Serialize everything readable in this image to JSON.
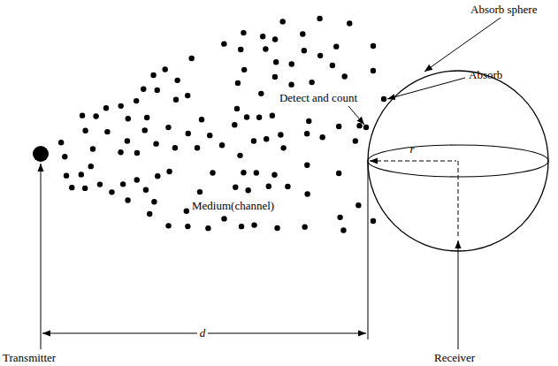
{
  "diagram": {
    "labels": [
      "Absorb sphere",
      "Absorb",
      "Detect and count",
      "r",
      "Medium(channel)",
      "d",
      "Transmitter",
      "Receiver"
    ]
  }
}
